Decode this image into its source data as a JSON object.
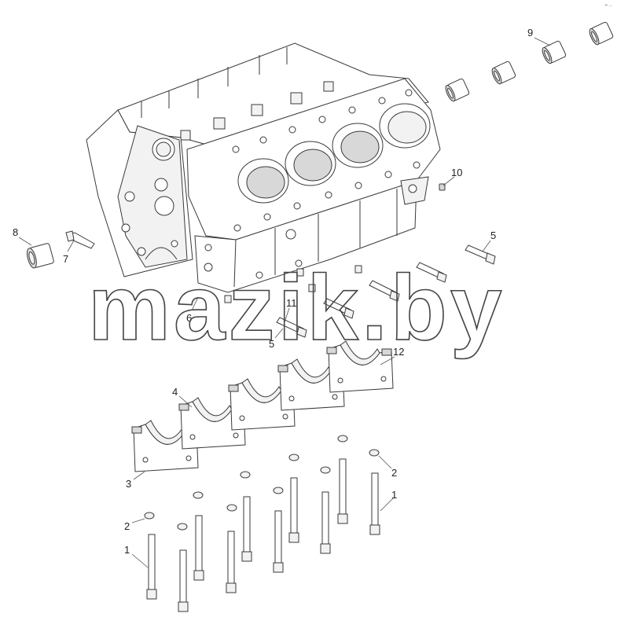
{
  "watermark": "mazik.by",
  "corner_mark": "•‑ ...",
  "callouts": [
    {
      "id": "c1a",
      "text": "1"
    },
    {
      "id": "c1b",
      "text": "1"
    },
    {
      "id": "c2a",
      "text": "2"
    },
    {
      "id": "c2b",
      "text": "2"
    },
    {
      "id": "c3",
      "text": "3"
    },
    {
      "id": "c4",
      "text": "4"
    },
    {
      "id": "c5a",
      "text": "5"
    },
    {
      "id": "c5b",
      "text": "5"
    },
    {
      "id": "c6",
      "text": "6"
    },
    {
      "id": "c7",
      "text": "7"
    },
    {
      "id": "c8",
      "text": "8"
    },
    {
      "id": "c9",
      "text": "9"
    },
    {
      "id": "c10",
      "text": "10"
    },
    {
      "id": "c11",
      "text": "11"
    },
    {
      "id": "c12",
      "text": "12"
    }
  ]
}
